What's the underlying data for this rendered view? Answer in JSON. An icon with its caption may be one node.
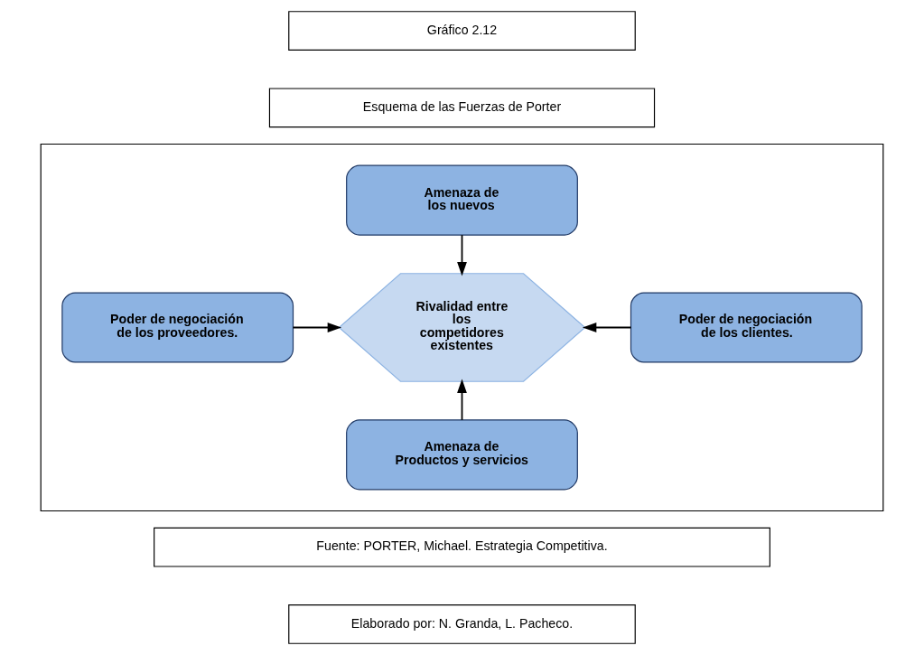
{
  "diagram": {
    "nodes": [
      {
        "text": [
          "Gráfico 2.12"
        ]
      },
      {
        "text": [
          "Esquema de las Fuerzas de Porter"
        ]
      },
      {
        "text": [],
        "shape": "box"
      },
      {
        "text": [
          "Amenaza de los nuevos"
        ],
        "in": 2
      },
      {
        "text": [
          "Poder de negociación de los proveedores."
        ],
        "in": 2
      },
      {
        "text": [
          "Rivalidad entre los competidores existentes"
        ],
        "in": 2
      },
      {
        "text": [
          "Poder de negociación de los clientes."
        ],
        "in": 2
      },
      {
        "text": [
          "Amenaza de Productos y servicios"
        ],
        "in": 2
      },
      {
        "text": [
          "Fuente: PORTER, Michael. Estrategia Competitiva."
        ]
      },
      {
        "text": [
          "Elaborado por: N. Granda, L. Pacheco."
        ]
      }
    ],
    "edges": [
      {
        "from": 3,
        "to": 5,
        "arrow": "to"
      },
      {
        "from": 4,
        "to": 5,
        "arrow": "to"
      },
      {
        "from": 6,
        "to": 5,
        "arrow": "to"
      },
      {
        "from": 7,
        "to": 5,
        "arrow": "to"
      }
    ]
  }
}
